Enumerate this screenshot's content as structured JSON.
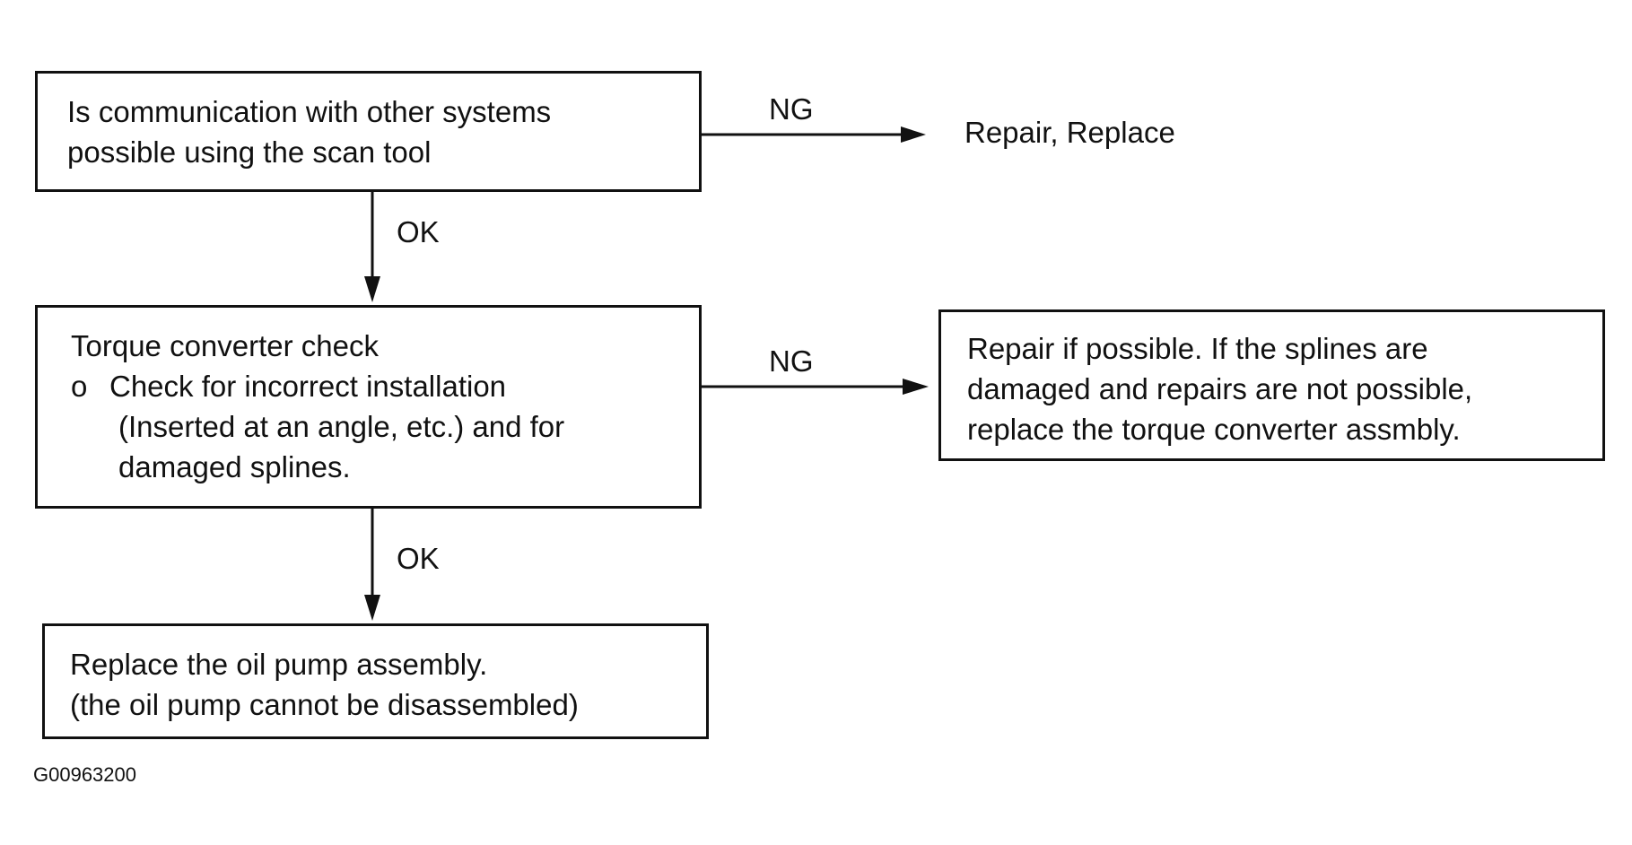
{
  "figure_id": "G00963200",
  "nodes": {
    "communication_check": {
      "lines": [
        "Is communication with other systems",
        "possible using the scan tool"
      ]
    },
    "torque_converter_check": {
      "title": "Torque converter check",
      "bullet": "o",
      "item_line1": "Check for incorrect installation",
      "item_line2": "(Inserted at an angle, etc.) and for",
      "item_line3": "damaged splines."
    },
    "repair_torque_converter": {
      "lines": [
        "Repair if possible. If the splines are",
        "damaged and repairs are not possible,",
        "replace the torque converter assmbly."
      ]
    },
    "replace_oil_pump": {
      "lines": [
        "Replace the oil pump assembly.",
        "(the oil pump cannot be disassembled)"
      ]
    },
    "repair_replace": {
      "text": "Repair, Replace"
    }
  },
  "edges": {
    "ng_1": "NG",
    "ok_1": "OK",
    "ng_2": "NG",
    "ok_2": "OK"
  }
}
